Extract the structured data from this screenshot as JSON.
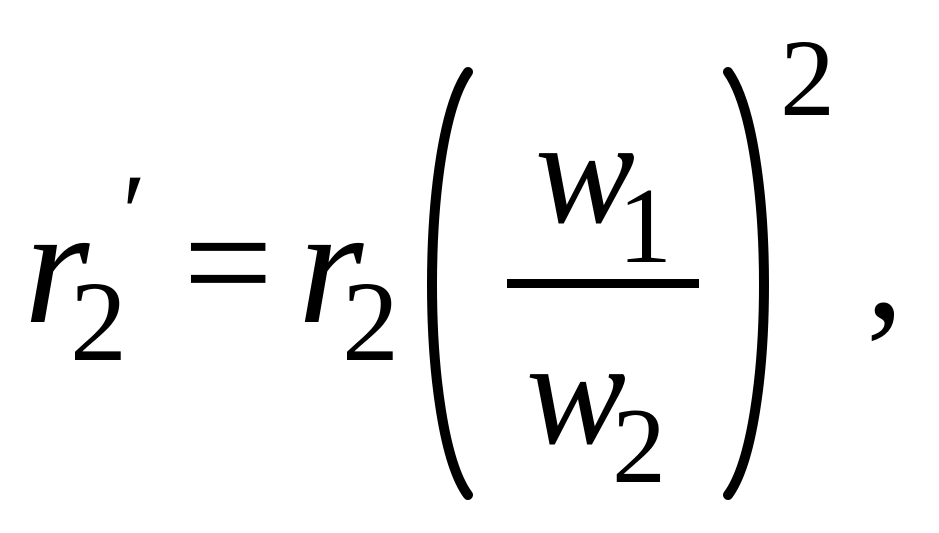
{
  "formula": {
    "lhs": {
      "base": "r",
      "subscript": "2",
      "prime": "′"
    },
    "equals": "=",
    "rhs": {
      "base": "r",
      "subscript": "2",
      "fraction": {
        "numerator": {
          "base": "w",
          "subscript": "1"
        },
        "denominator": {
          "base": "w",
          "subscript": "2"
        }
      },
      "left_paren": "(",
      "right_paren": ")",
      "exponent": "2"
    },
    "trailing_punctuation": ","
  }
}
